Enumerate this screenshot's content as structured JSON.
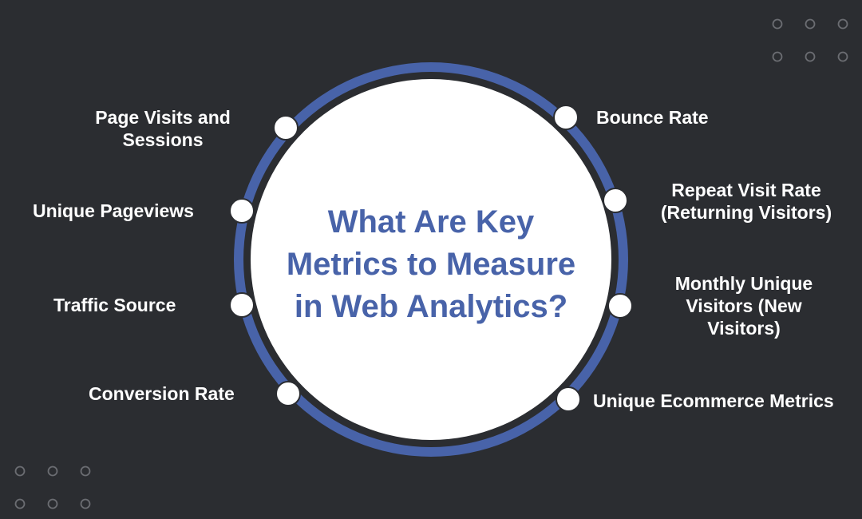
{
  "colors": {
    "background": "#2b2d31",
    "ring": "#4863a9",
    "circle_fill": "#ffffff",
    "title_text": "#4863a9",
    "label_text": "#ffffff",
    "decor_dots": "#6b6d72"
  },
  "diagram": {
    "title_lines": [
      "What Are Key",
      "Metrics to Measure",
      "in Web Analytics?"
    ],
    "metrics_left": [
      {
        "lines": [
          "Page Visits and",
          "Sessions"
        ]
      },
      {
        "lines": [
          "Unique Pageviews"
        ]
      },
      {
        "lines": [
          "Traffic Source"
        ]
      },
      {
        "lines": [
          "Conversion Rate"
        ]
      }
    ],
    "metrics_right": [
      {
        "lines": [
          "Bounce Rate"
        ]
      },
      {
        "lines": [
          "Repeat Visit Rate",
          "(Returning Visitors)"
        ]
      },
      {
        "lines": [
          "Monthly Unique",
          "Visitors (New",
          "Visitors)"
        ]
      },
      {
        "lines": [
          "Unique Ecommerce Metrics"
        ]
      }
    ]
  }
}
